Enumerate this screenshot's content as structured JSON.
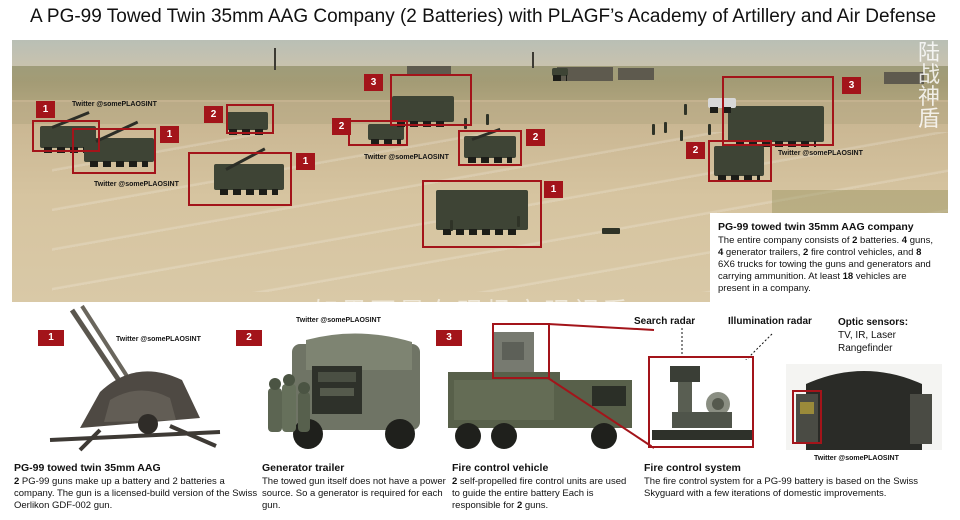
{
  "title": "A PG-99 Towed Twin 35mm AAG Company (2 Batteries) with PLAGF’s Academy of Artillery and Air Defense",
  "colors": {
    "accent": "#a3141a",
    "sand": "#d6c4a0"
  },
  "hero": {
    "markers": [
      "1",
      "1",
      "2",
      "2",
      "3",
      "1",
      "2",
      "2",
      "1",
      "3"
    ],
    "credits": [
      "Twitter @somePLAOSINT",
      "Twitter @somePLAOSINT",
      "Twitter @somePLAOSINT",
      "Twitter @somePLAOSINT"
    ],
    "watermark_right": "陆战神盾",
    "watermark_bottom": "如果不是在现场亲眼视看"
  },
  "info": {
    "heading": "PG-99 towed twin 35mm AAG company",
    "p1": "The entire company consists of ",
    "n_batteries": "2",
    "p2": " batteries. ",
    "n_guns": "4",
    "p3": " guns, ",
    "n_gen": "4",
    "p4": " generator trailers, ",
    "n_fc": "2",
    "p5": " fire control vehicles, and ",
    "n_trucks": "8",
    "p6": " 6X6 trucks for towing the guns and generators and carrying ammunition. At least ",
    "n_vehicles": "18",
    "p7": " vehicles are present in a company."
  },
  "panels": {
    "gun": {
      "tag": "1",
      "credit": "Twitter @somePLAOSINT",
      "heading": "PG-99 towed twin 35mm AAG",
      "n": "2",
      "text": " PG-99 guns make up a battery and 2 batteries a company. The gun is a licensed-build version of the Swiss Oerlikon GDF-002 gun."
    },
    "generator": {
      "tag": "2",
      "credit": "Twitter @somePLAOSINT",
      "heading": "Generator trailer",
      "text": "The towed gun itself does not have a power source. So a generator is required for each gun."
    },
    "fcv": {
      "tag": "3",
      "heading": "Fire control vehicle",
      "n1": "2",
      "t1": " self-propelled fire control units are used to guide the entire battery Each is responsible for ",
      "n2": "2",
      "t2": " guns."
    },
    "fcs": {
      "search": "Search radar",
      "illum": "Illumination radar",
      "optic1": "Optic sensors:",
      "optic2": "TV, IR, Laser",
      "optic3": "Rangefinder",
      "credit": "Twitter @somePLAOSINT",
      "heading": "Fire control system",
      "text": "The fire control system for a PG-99 battery is based on the Swiss Skyguard with a few iterations of domestic improvements."
    }
  }
}
